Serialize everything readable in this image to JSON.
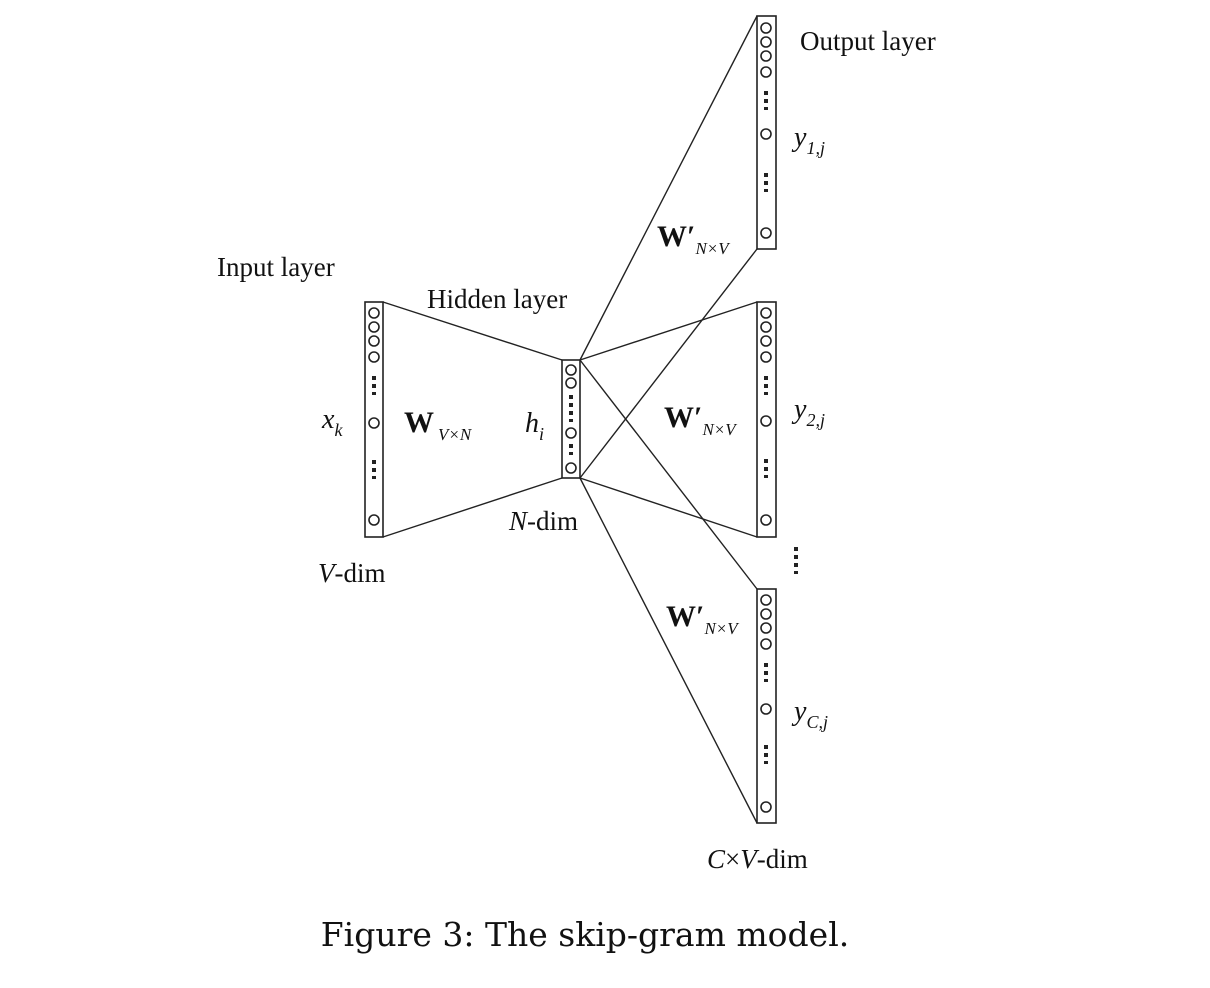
{
  "labels": {
    "input_layer": "Input layer",
    "hidden_layer": "Hidden layer",
    "output_layer": "Output layer",
    "x_k": "x",
    "x_k_sub": "k",
    "h_i": "h",
    "h_i_sub": "i",
    "v_dim_var": "V",
    "v_dim_rest": "-dim",
    "n_dim_var": "N",
    "n_dim_rest": "-dim",
    "cv_dim_var1": "C",
    "cv_dim_times": "×",
    "cv_dim_var2": "V",
    "cv_dim_rest": "-dim",
    "w_input": "W",
    "w_input_sub": "V×N",
    "w_output": "W′",
    "w_output_sub": "N×V",
    "y1": "y",
    "y1_sub": "1,j",
    "y2": "y",
    "y2_sub": "2,j",
    "yc": "y",
    "yc_sub": "C,j"
  },
  "caption": "Figure 3: The skip-gram model."
}
